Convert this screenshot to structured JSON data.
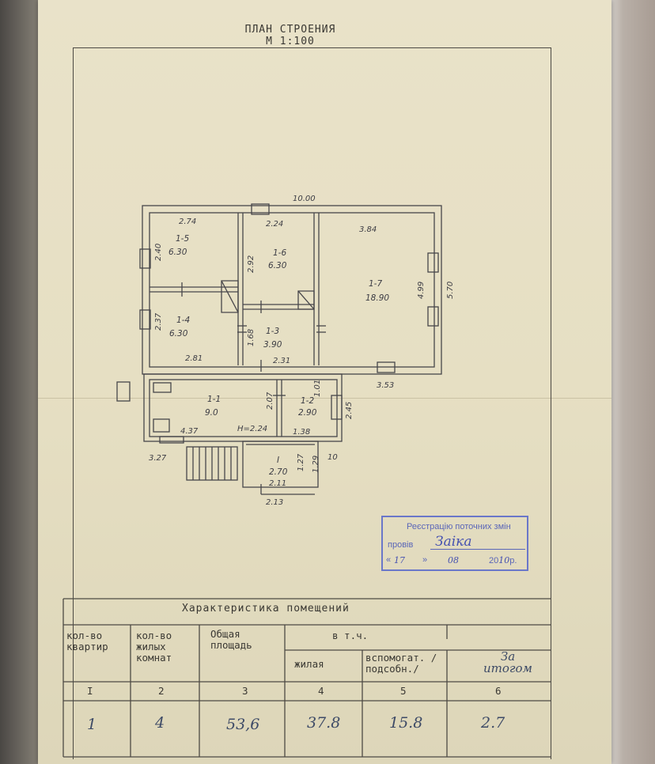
{
  "header": {
    "title_line1": "ПЛАН СТРОЕНИЯ",
    "title_line2": "М 1:100"
  },
  "plan": {
    "overall_width": "10.00",
    "rooms": [
      {
        "id": "1-5",
        "area": "6.30"
      },
      {
        "id": "1-6",
        "area": "6.30"
      },
      {
        "id": "1-7",
        "area": "18.90"
      },
      {
        "id": "1-4",
        "area": "6.30"
      },
      {
        "id": "1-3",
        "area": "3.90"
      },
      {
        "id": "1-1",
        "area": "9.0"
      },
      {
        "id": "1-2",
        "area": "2.90"
      },
      {
        "id": "I",
        "area": "2.70"
      }
    ],
    "dimensions": {
      "d_274": "2.74",
      "d_224_top": "2.24",
      "d_384": "3.84",
      "d_240": "2.40",
      "d_292": "2.92",
      "d_499": "4.99",
      "d_570": "5.70",
      "d_237": "2.37",
      "d_168": "1.68",
      "d_281": "2.81",
      "d_231": "2.31",
      "d_353": "3.53",
      "d_207": "2.07",
      "d_101": "1.01",
      "d_245": "2.45",
      "d_437": "4.37",
      "d_h224": "H=2.24",
      "d_138": "1.38",
      "d_327": "3.27",
      "d_127": "1.27",
      "d_129": "1.29",
      "d_10": "10",
      "d_211": "2.11",
      "d_213": "2.13"
    }
  },
  "stamp": {
    "line1": "Реєстрацію поточних змін",
    "line2_label": "провів",
    "signature": "Заіка",
    "quote_open": "«",
    "day": "17",
    "quote_close": "»",
    "month": "08",
    "year_prefix": "20",
    "year_suffix": "10",
    "year_unit": "р."
  },
  "table": {
    "title": "Характеристика помещений",
    "headers": {
      "col1": "кол-во квартир",
      "col2": "кол-во жилых комнат",
      "col3": "Общая площадь",
      "group": "в т.ч.",
      "col4": "жилая",
      "col5": "вспомогат. /подсобн./",
      "col6": "За итогом"
    },
    "col_numbers": [
      "I",
      "2",
      "3",
      "4",
      "5",
      "6"
    ],
    "values": [
      "1",
      "4",
      "53,6",
      "37.8",
      "15.8",
      "2.7"
    ]
  }
}
